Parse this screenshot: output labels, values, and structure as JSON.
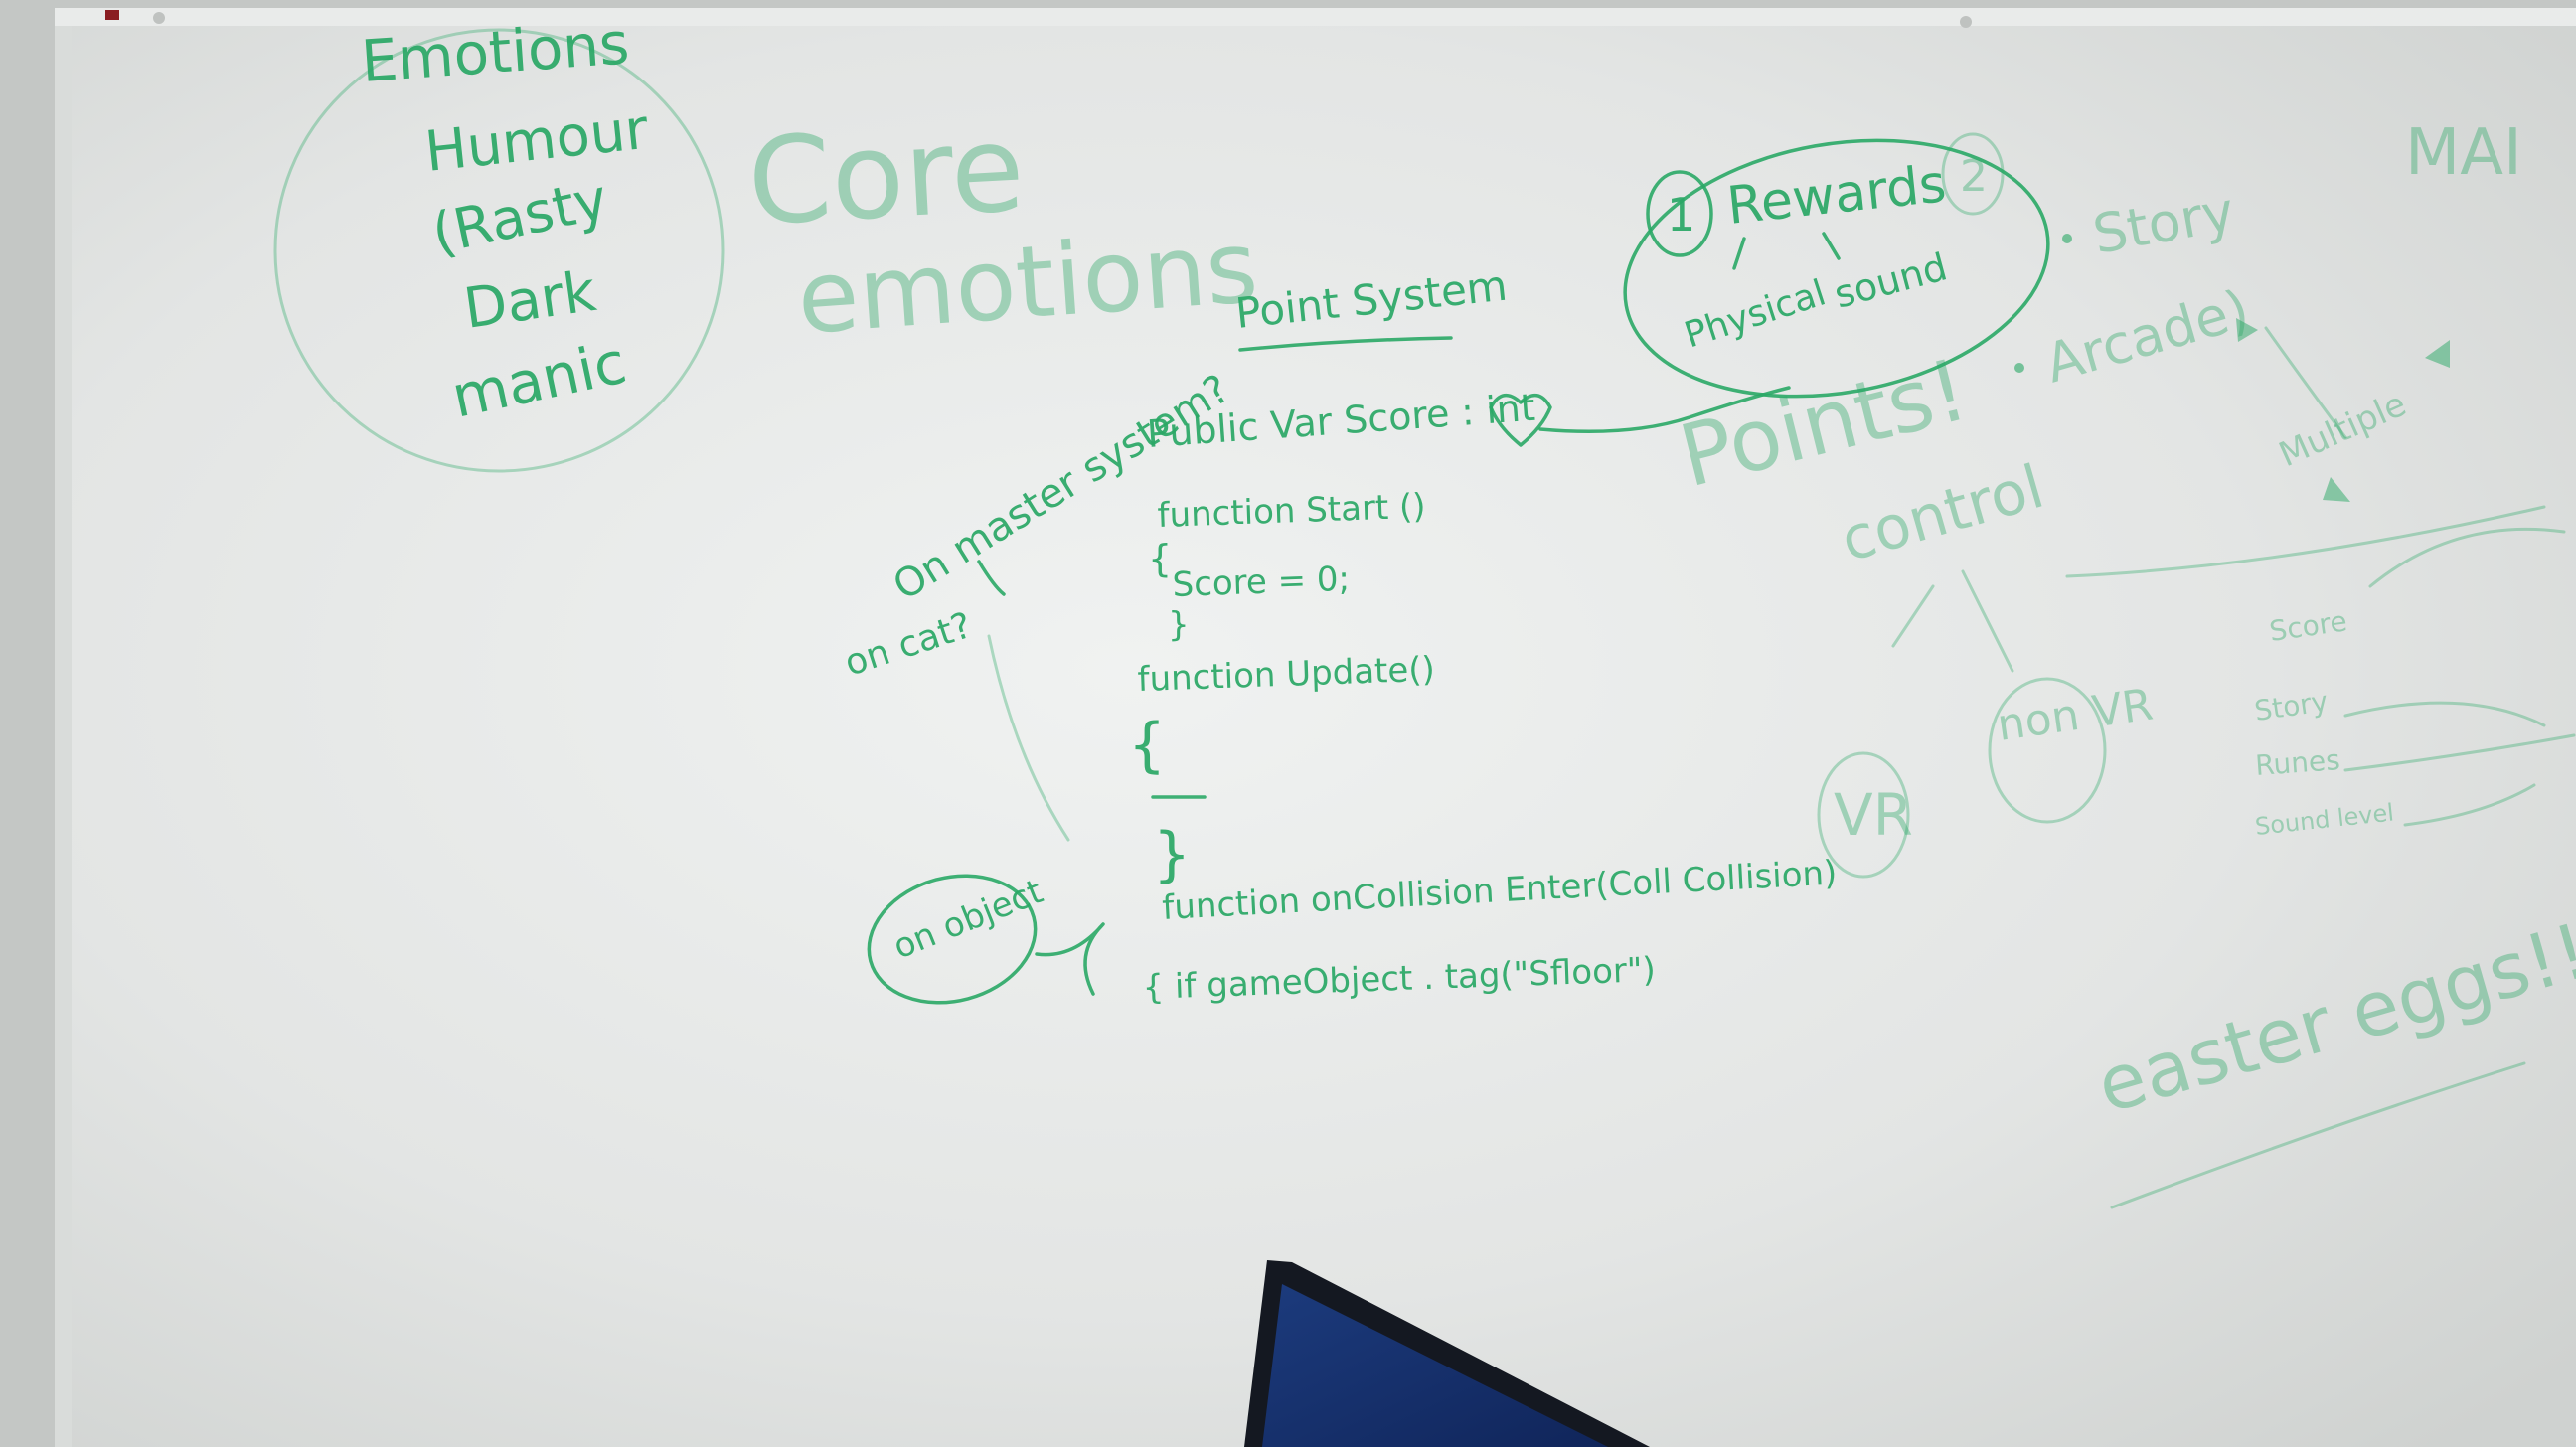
{
  "colors": {
    "marker": "#2aa866",
    "board": "#e6e8e7",
    "frame": "#d5d8d6",
    "wall": "#c5c8c6",
    "monitor": "#141821",
    "screen": "#1a3f86"
  },
  "board": {
    "circle_words": [
      "Emotions",
      "Humour",
      "(Rasty",
      "Dark",
      "manic"
    ],
    "core_line1": "Core",
    "core_line2": "emotions",
    "point_system": "Point System",
    "code": {
      "line1": "Public Var   Score : int",
      "line2": "function   Start ()",
      "line3": "{",
      "line4": "Score = 0;",
      "line5": "}",
      "line6": "function   Update()",
      "line7": "{",
      "line8": "}",
      "line9": "function  onCollision Enter(Coll  Collision)",
      "line10": "{   if   gameObject . tag(\"Sfloor\")"
    },
    "on_master": "On master system?",
    "on_cat": "on cat?",
    "on_object": "on object",
    "rewards": "Rewards",
    "num1": "1",
    "num2": "2",
    "physical": "Physical",
    "sound": "sound",
    "points": "Points!",
    "control": "control",
    "non_vr": "non VR",
    "vr": "VR",
    "story": "Story",
    "arcade": "Arcade)",
    "right_list": [
      "Score",
      "Story",
      "Runes",
      "Sound level"
    ],
    "multiple": "Multiple",
    "easter_eggs": "easter eggs!!",
    "top_right": "MAI"
  }
}
